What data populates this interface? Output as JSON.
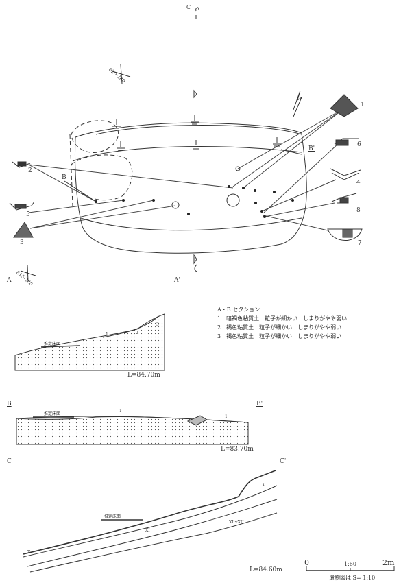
{
  "top_marker": "C",
  "grid_points": [
    "620-280",
    "615-280"
  ],
  "plan_labels": {
    "a_top": "A",
    "b": "B",
    "b_prime": "B'",
    "a_bottom": "A'",
    "c_bottom": "C",
    "a_left": "A",
    "a_prime": "A'"
  },
  "artifact_numbers": [
    "1",
    "2",
    "3",
    "4",
    "5",
    "6",
    "7",
    "8"
  ],
  "legend": {
    "title": "A・B セクション",
    "rows": [
      {
        "no": "1",
        "soil": "暗褐色粘質土",
        "grain": "粒子が細かい",
        "note": "しまりがやや弱い"
      },
      {
        "no": "2",
        "soil": "褐色粘質土",
        "grain": "粒子が細かい",
        "note": "しまりがやや弱い"
      },
      {
        "no": "3",
        "soil": "褐色粘質土",
        "grain": "粒子が細かい",
        "note": "しまりがやや弱い"
      }
    ]
  },
  "sections": {
    "a": {
      "left": "A",
      "floor_label": "推定床面",
      "layers": [
        "1",
        "2",
        "3"
      ],
      "level": "L=84.70m"
    },
    "b": {
      "left": "B",
      "right": "B'",
      "floor_label": "推定床面",
      "layers": [
        "1",
        "1"
      ],
      "level": "L=83.70m"
    },
    "c": {
      "left": "C",
      "right": "C'",
      "floor_label": "推定床面",
      "layers": [
        "X",
        "XI",
        "XI～XII",
        "X"
      ],
      "level": "L=84.60m"
    }
  },
  "scale": {
    "start": "0",
    "mid": "1:60",
    "end": "2m",
    "note": "遺物図は S= 1:10"
  }
}
